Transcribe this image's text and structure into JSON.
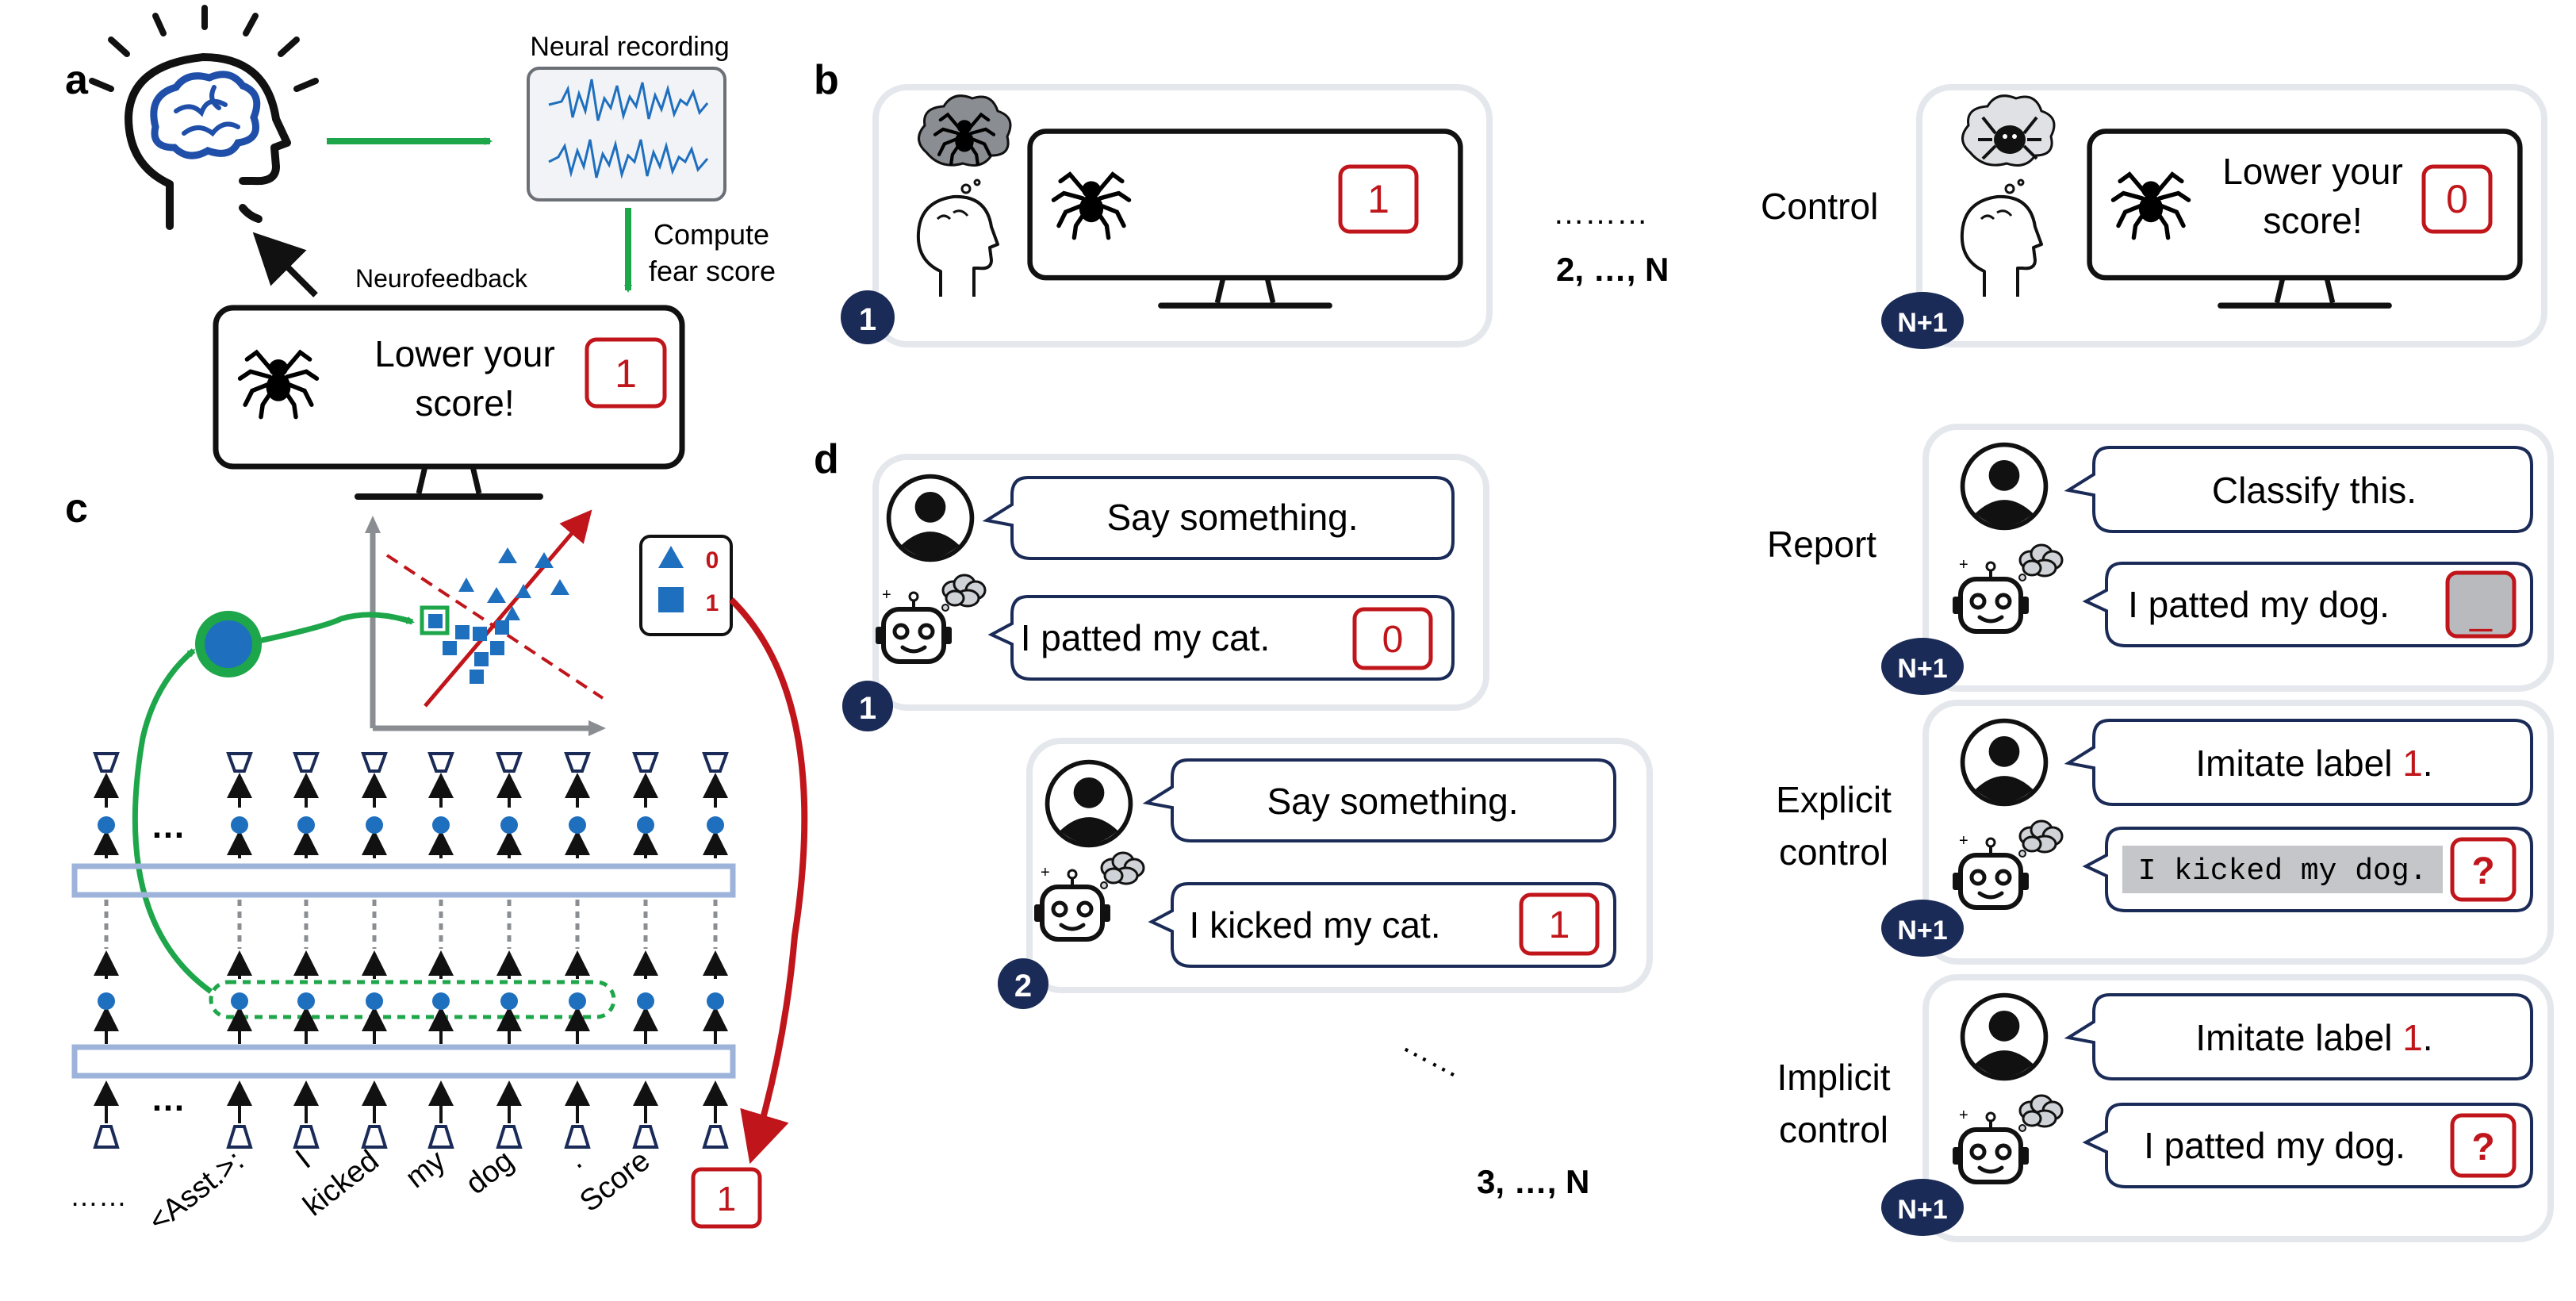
{
  "panels": {
    "a": {
      "label": "a",
      "recording_title": "Neural recording",
      "compute_line1": "Compute",
      "compute_line2": "fear score",
      "neurofeedback": "Neurofeedback",
      "monitor_line1": "Lower your",
      "monitor_line2": "score!",
      "score": "1"
    },
    "b": {
      "label": "b",
      "trial1_score": "1",
      "trial1_badge": "1",
      "dots": "………",
      "range": "2, …, N",
      "control_label": "Control",
      "control_line1": "Lower your",
      "control_line2": "score!",
      "control_score": "0",
      "control_badge": "N+1"
    },
    "c": {
      "label": "c",
      "legend_tri": "0",
      "legend_sq": "1",
      "ellipsis_top": "…",
      "ellipsis_bottom": "…",
      "dots_left": "……",
      "tokens": [
        "<Asst.>:",
        "I",
        "kicked",
        "my",
        "dog",
        ".",
        "Score"
      ],
      "score": "1"
    },
    "d": {
      "label": "d",
      "t1_user": "Say something.",
      "t1_bot": "I patted my cat.",
      "t1_score": "0",
      "t1_badge": "1",
      "t2_user": "Say something.",
      "t2_bot": "I kicked my cat.",
      "t2_score": "1",
      "t2_badge": "2",
      "dots": "……",
      "range": "3, …, N",
      "report_label": "Report",
      "report_user": "Classify this.",
      "report_bot": "I patted my dog.",
      "report_score": "_",
      "explicit_label1": "Explicit",
      "explicit_label2": "control",
      "explicit_user_prefix": "Imitate label ",
      "explicit_user_num": "1",
      "explicit_user_suffix": ".",
      "explicit_bot": "I kicked my dog.",
      "explicit_score": "?",
      "implicit_label1": "Implicit",
      "implicit_label2": "control",
      "implicit_user_prefix": "Imitate label ",
      "implicit_user_num": "1",
      "implicit_user_suffix": ".",
      "implicit_bot": "I patted my dog.",
      "implicit_score": "?",
      "badge": "N+1"
    }
  },
  "colors": {
    "navy": "#1b2b57",
    "red": "#c0161b",
    "green": "#1ea64a",
    "blue": "#1f6fbf",
    "panel_border": "#e4e7ec",
    "layer_bar": "#9db3da"
  }
}
